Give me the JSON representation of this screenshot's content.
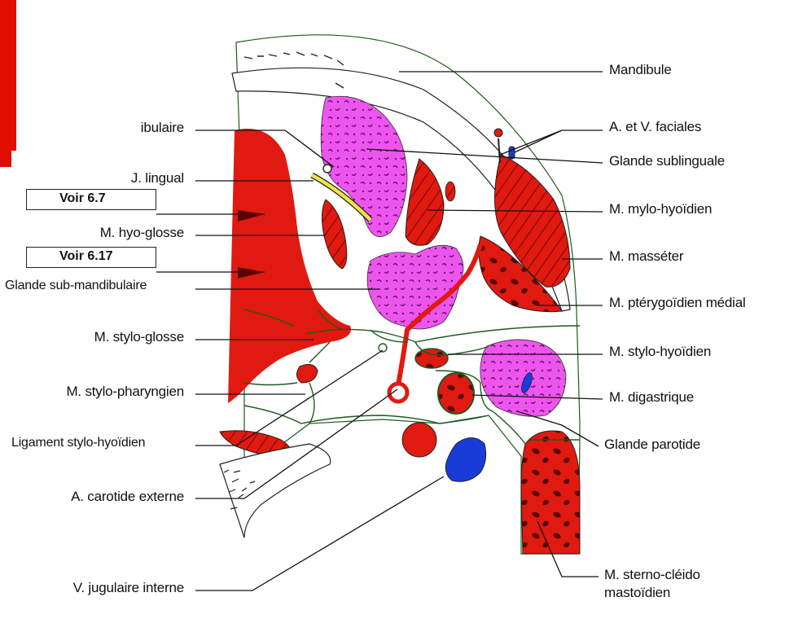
{
  "labels_left": {
    "mandibulaire": "ibulaire",
    "lingual": "J. lingual",
    "hyo_glosse": "M. hyo-glosse",
    "sub_mandibulaire": "Glande sub-mandibulaire",
    "stylo_glosse": "M. stylo-glosse",
    "stylo_pharyngien": "M. stylo-pharyngien",
    "ligament": "Ligament stylo-hyoïdien",
    "carotide": "A. carotide externe",
    "jugulaire": "V. jugulaire interne"
  },
  "labels_right": {
    "mandibule": "Mandibule",
    "faciales": "A. et V. faciales",
    "sublinguale": "Glande sublinguale",
    "mylo": "M. mylo-hyoïdien",
    "masseter": "M. masséter",
    "pterygoidien": "M. ptérygoïdien médial",
    "stylo_hyoidien": "M. stylo-hyoïdien",
    "digastrique": "M. digastrique",
    "parotide": "Glande parotide",
    "sterno_1": "M. sterno-cléido",
    "sterno_2": "mastoïdien"
  },
  "links": {
    "voir_1": "Voir 6.7",
    "voir_2": "Voir 6.17"
  },
  "colors": {
    "muscle_red": "#e01a10",
    "gland_magenta": "#ee55ee",
    "vein_blue": "#1a3cd6",
    "outline_green": "#1f5a1f",
    "nerve_yellow": "#f2e24a"
  }
}
